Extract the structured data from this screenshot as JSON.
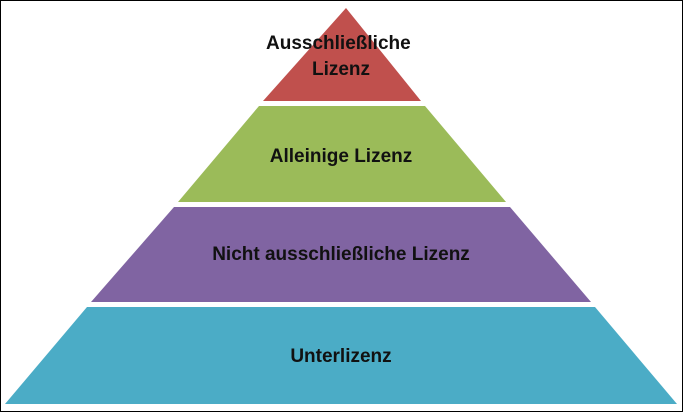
{
  "tiers": [
    {
      "lines": [
        "Ausschließliche",
        "Lizenz"
      ],
      "color": "#c0504d"
    },
    {
      "lines": [
        "Alleinige Lizenz"
      ],
      "color": "#9bbb59"
    },
    {
      "lines": [
        "Nicht ausschließliche Lizenz"
      ],
      "color": "#8064a2"
    },
    {
      "lines": [
        "Unterlizenz"
      ],
      "color": "#4bacc6"
    }
  ]
}
